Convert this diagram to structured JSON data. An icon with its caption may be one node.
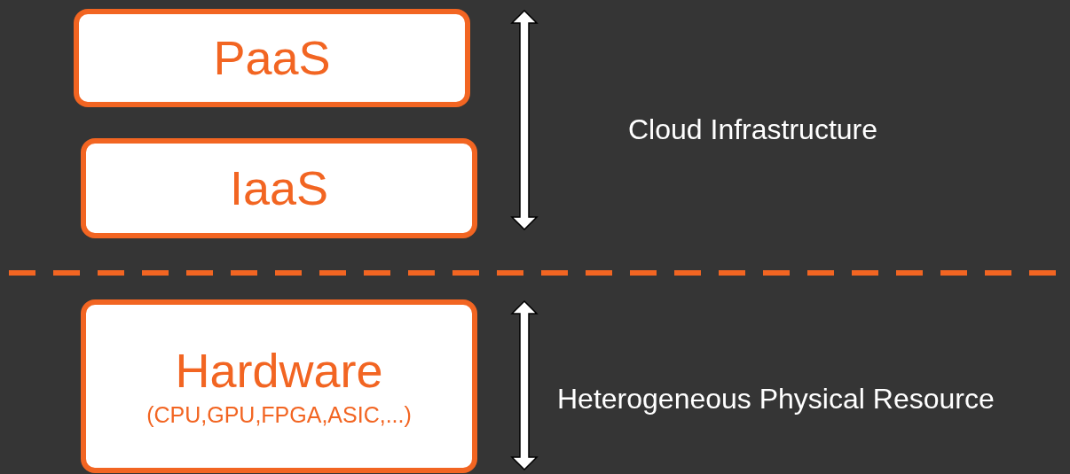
{
  "diagram": {
    "nodes": [
      {
        "text": [
          "PaaS"
        ]
      },
      {
        "text": [
          "IaaS"
        ]
      },
      {
        "text": [
          "Hardware",
          "(CPU,GPU,FPGA,ASIC,...)"
        ]
      }
    ],
    "edges": [],
    "labels": [
      "Cloud Infrastructure",
      "Heterogeneous Physical Resource"
    ]
  }
}
